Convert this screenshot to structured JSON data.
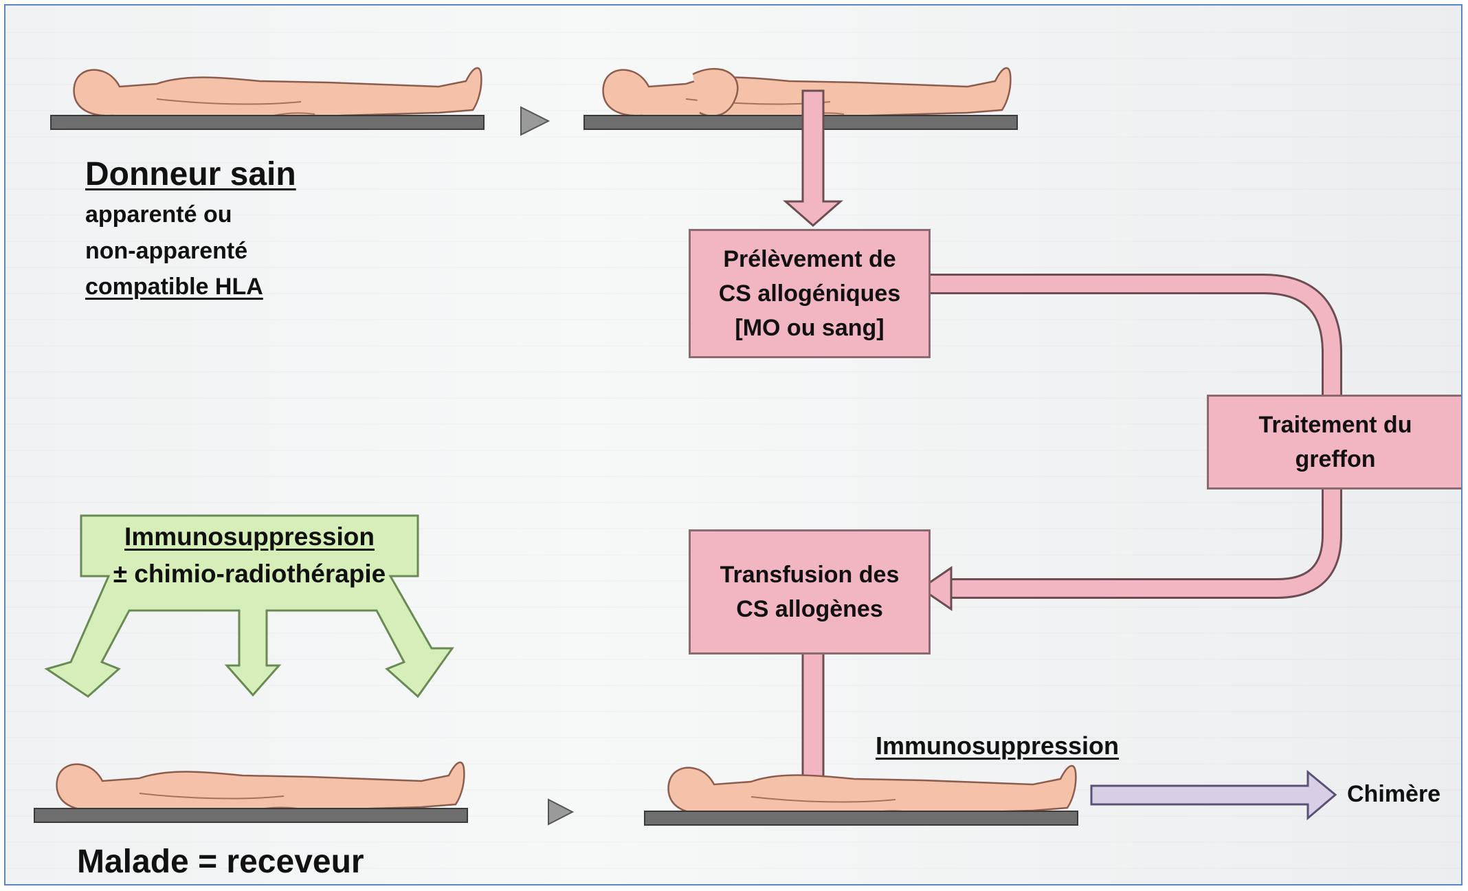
{
  "donor": {
    "title": "Donneur sain",
    "line1": "apparenté ou",
    "line2": "non-apparenté",
    "line3": "compatible HLA"
  },
  "boxes": {
    "prelevement": [
      "Prélèvement de",
      "CS allogéniques",
      "[MO ou sang]"
    ],
    "traitement": [
      "Traitement du",
      "greffon"
    ],
    "transfusion": [
      "Transfusion des",
      "CS allogènes"
    ]
  },
  "conditioning": {
    "line1": "Immunosuppression",
    "line2": "± chimio-radiothérapie"
  },
  "recipient": {
    "label": "Malade = receveur",
    "immunosuppression": "Immunosuppression",
    "outcome": "Chimère"
  },
  "colors": {
    "pink_box": "#f2b6c3",
    "green_box": "#d6efb9",
    "arrow_lavender": "#d6cfe6",
    "skin": "#f4c2a8",
    "table": "#6e6e6e"
  }
}
